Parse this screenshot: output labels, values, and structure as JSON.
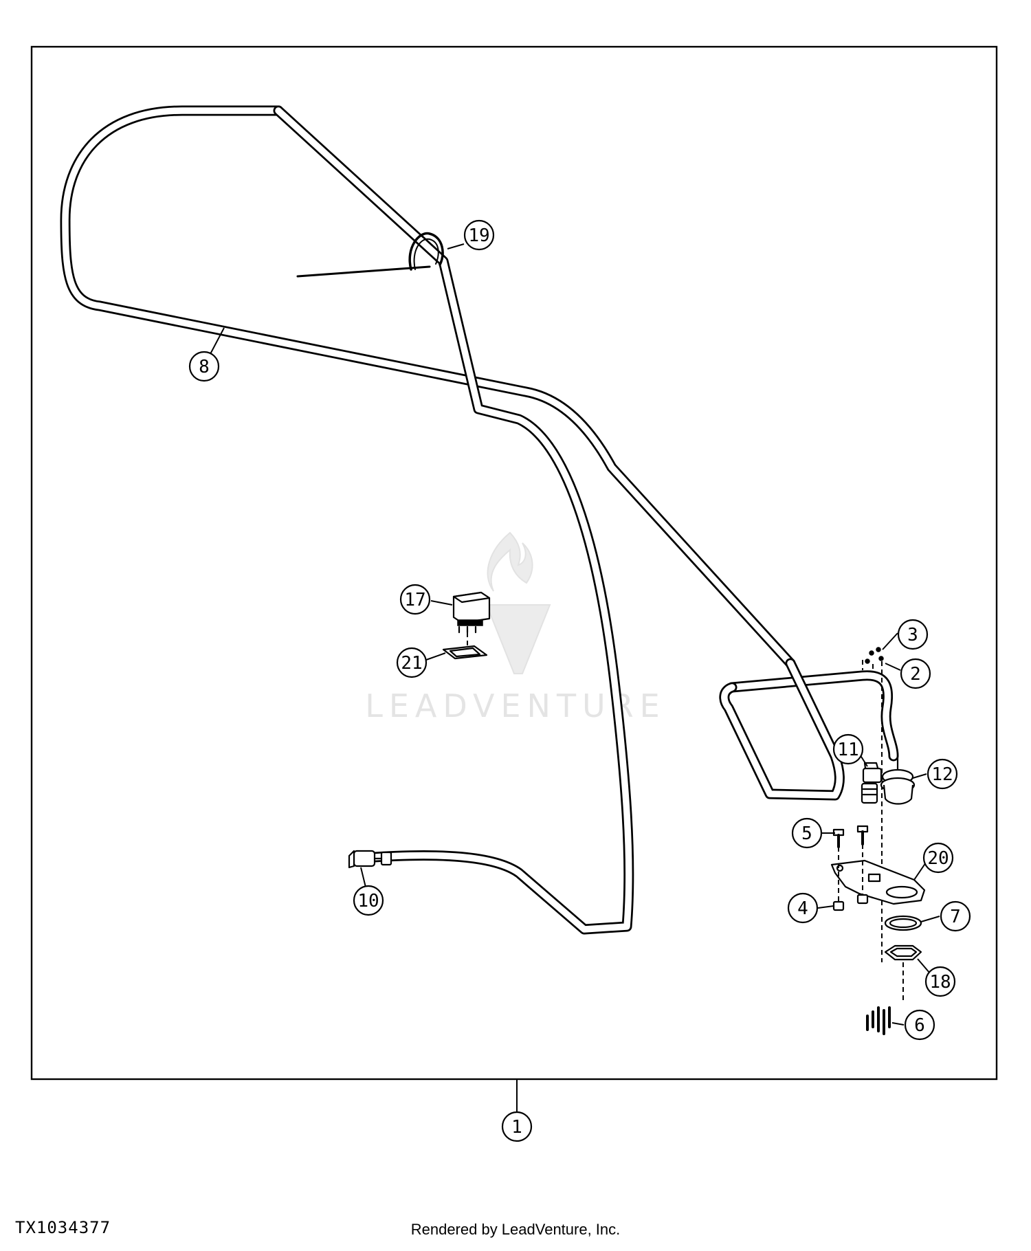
{
  "figure_id": "TX1034377",
  "credit": "Rendered by LeadVenture, Inc.",
  "watermark": "LEADVENTURE",
  "callouts": [
    {
      "id": "c1",
      "label": "1"
    },
    {
      "id": "c2",
      "label": "2"
    },
    {
      "id": "c3",
      "label": "3"
    },
    {
      "id": "c4",
      "label": "4"
    },
    {
      "id": "c5",
      "label": "5"
    },
    {
      "id": "c6",
      "label": "6"
    },
    {
      "id": "c7",
      "label": "7"
    },
    {
      "id": "c8",
      "label": "8"
    },
    {
      "id": "c10",
      "label": "10"
    },
    {
      "id": "c11",
      "label": "11"
    },
    {
      "id": "c12",
      "label": "12"
    },
    {
      "id": "c17",
      "label": "17"
    },
    {
      "id": "c18",
      "label": "18"
    },
    {
      "id": "c19",
      "label": "19"
    },
    {
      "id": "c20",
      "label": "20"
    },
    {
      "id": "c21",
      "label": "21"
    }
  ]
}
